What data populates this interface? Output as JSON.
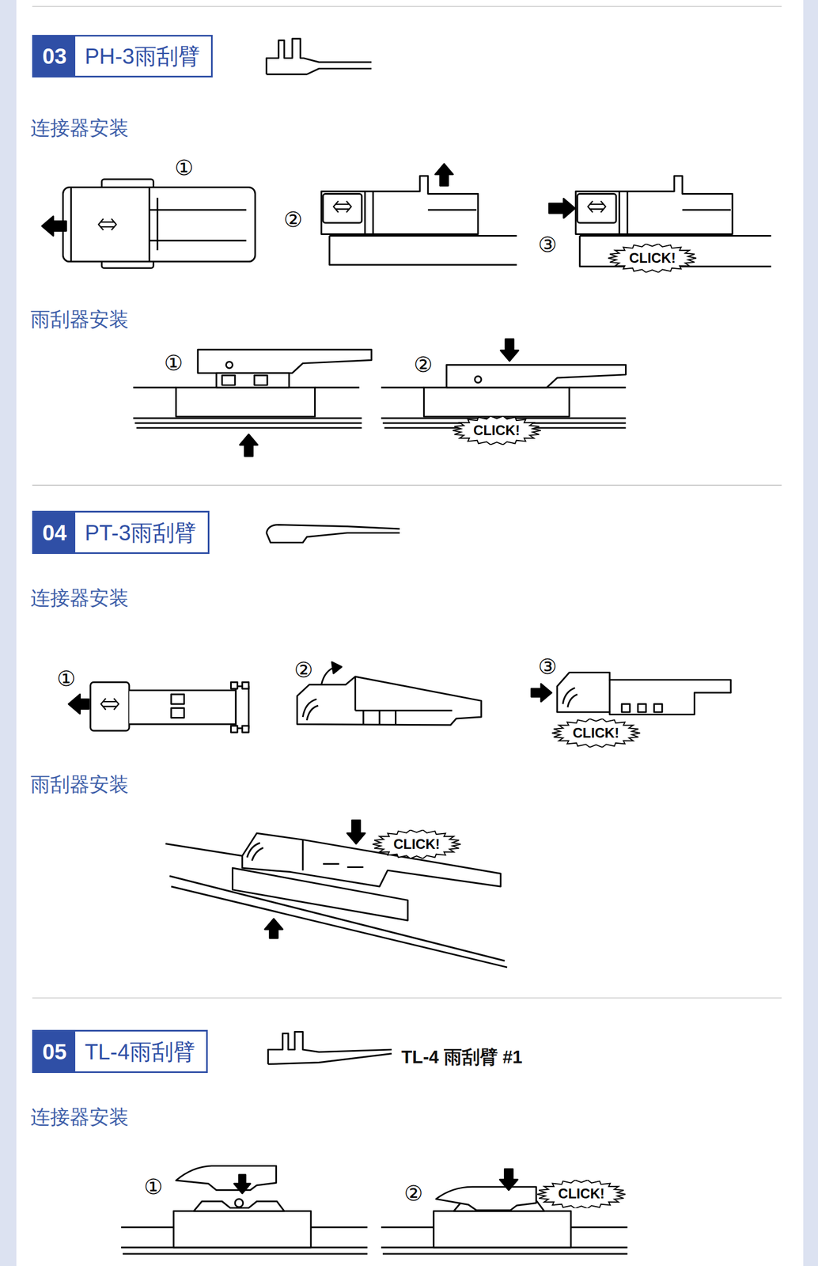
{
  "diagram": {
    "nodes": [
      {
        "text": [
          "03",
          "PH-3雨刮臂"
        ]
      },
      {
        "text": [
          "CLICK!"
        ]
      },
      {
        "text": [
          "CLICK!"
        ]
      },
      {
        "text": [
          "04",
          "PT-3雨刮臂"
        ]
      },
      {
        "text": [
          "CLICK!"
        ]
      },
      {
        "text": [
          "CLICK!"
        ]
      },
      {
        "text": [
          "05",
          "TL-4雨刮臂"
        ]
      },
      {
        "text": [
          "CLICK!"
        ]
      }
    ],
    "labels": [
      "连接器安装",
      "①",
      "②",
      "③",
      "雨刮器安装",
      "①",
      "②",
      "连接器安装",
      "①",
      "②",
      "③",
      "雨刮器安装",
      "TL-4 雨刮臂 #1",
      "连接器安装",
      "①",
      "②"
    ]
  }
}
